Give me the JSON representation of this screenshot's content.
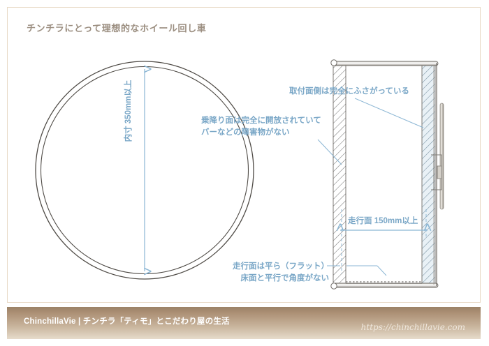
{
  "page": {
    "title": "チンチラにとって理想的なホイール回し車",
    "title_color": "#9b8e80",
    "border_color": "#e8d9c6",
    "background": "#ffffff"
  },
  "annotations": {
    "inner_diameter": "内寸 350mm以上",
    "open_side_line1": "乗降り面は完全に開放されていて",
    "open_side_line2": "バーなどの障害物がない",
    "closed_side": "取付面側は完全にふさがっている",
    "running_width": "走行面 150mm以上",
    "flat_line1": "走行面は平ら（フラット）",
    "flat_line2": "床面と平行で角度がない",
    "accent_color": "#7aa7c7"
  },
  "drawings": {
    "front_view_label": "front-wheel-circle-view",
    "side_view_label": "side-cross-section-view",
    "cage_bar_label": "cage-mounting-bar"
  },
  "footer": {
    "site_name": "ChinchillaVie | チンチラ「ティモ」とこだわり屋の生活",
    "url": "https://chinchillavie.com",
    "bar_color_top": "#9b8166",
    "bar_color_bottom": "#e6dbcb"
  }
}
